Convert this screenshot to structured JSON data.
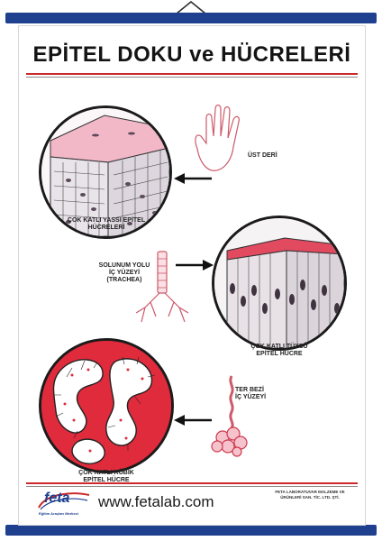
{
  "title": "EPİTEL DOKU ve HÜCRELERİ",
  "labels": {
    "ust_deri": "ÜST DERİ",
    "yassi_line1": "ÇOK KATLI YASSI EPİTEL",
    "yassi_line2": "HÜCRELERİ",
    "solunum_line1": "SOLUNUM YOLU",
    "solunum_line2": "İÇ YÜZEYİ",
    "solunum_line3": "(TRACHEA)",
    "tuysu_line1": "ÇOK KATLI TÜYSÜ",
    "tuysu_line2": "EPİTEL HÜCRE",
    "ter_line1": "TER BEZİ",
    "ter_line2": "İÇ YÜZEYİ",
    "kubik_line1": "ÇOK KATLI KÜBİK",
    "kubik_line2": "EPİTEL HÜCRE"
  },
  "footer": {
    "url": "www.fetalab.com",
    "logo_text": "feta",
    "logo_sub": "Eğitim Araçları Merkezi",
    "company_line1": "FETA LABORATUVAR MALZEME VE",
    "company_line2": "ÜRÜNLERİ SAN. TİC. LTD. ŞTİ."
  },
  "colors": {
    "rod": "#1f3f8f",
    "accent_red": "#cc2a2a"
  }
}
